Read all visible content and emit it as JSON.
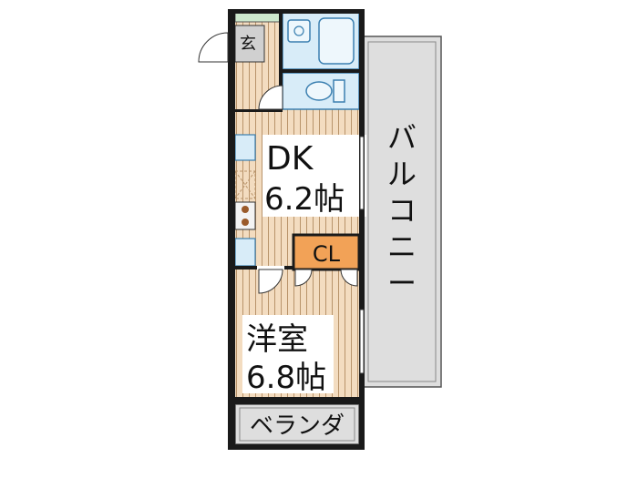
{
  "rooms": {
    "entrance": "玄",
    "dk": {
      "name": "DK",
      "size": "6.2帖"
    },
    "closet": "CL",
    "western_room": {
      "name": "洋室",
      "size": "6.8帖"
    },
    "balcony": [
      "バ",
      "ル",
      "コ",
      "ニ",
      "ー"
    ],
    "veranda": "ベランダ"
  },
  "colors": {
    "wall": "#1a1a1a",
    "wood_floor": "#f3dcc0",
    "wood_line": "#b8936a",
    "wet_area": "#d8ecf8",
    "wet_outline": "#3a7fb0",
    "closet": "#f2a257",
    "balcony": "#dedede",
    "entrance": "#d0d0d0"
  }
}
